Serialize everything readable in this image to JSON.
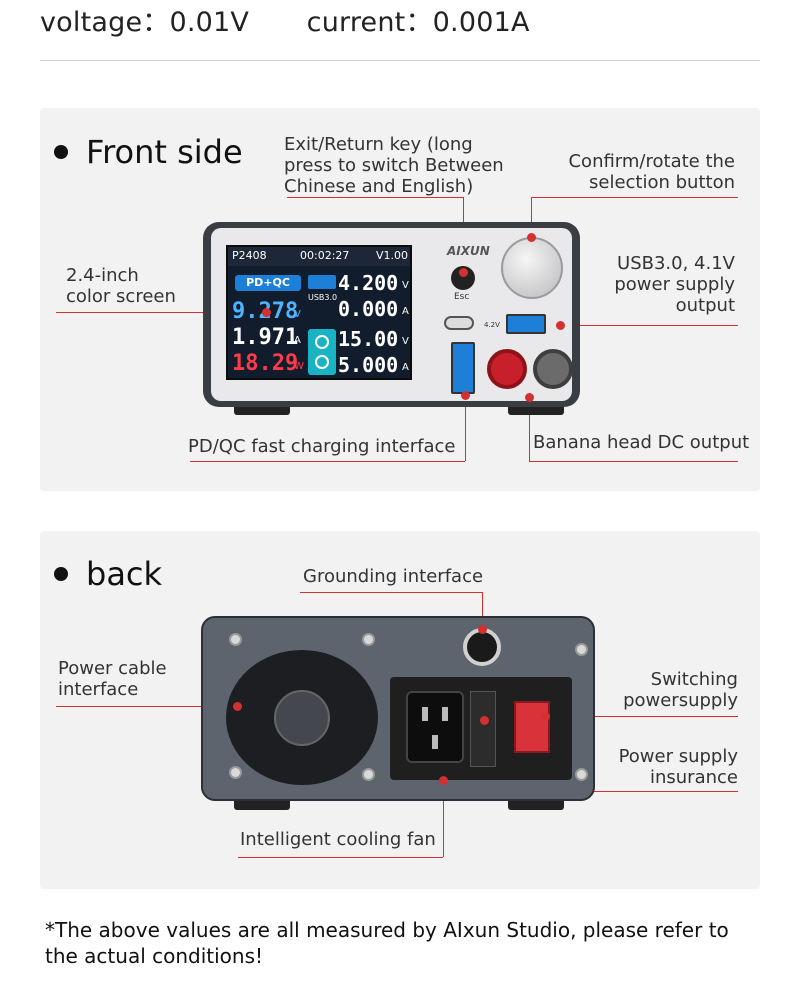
{
  "header": {
    "voltage": "voltage：0.01V",
    "current": "current：0.001A"
  },
  "front": {
    "title": "Front side",
    "callouts": {
      "exit_key": [
        "Exit/Return key (long",
        "press to switch Between",
        "Chinese and English)"
      ],
      "confirm": [
        "Confirm/rotate the",
        "selection button"
      ],
      "screen": [
        "2.4-inch",
        "color screen"
      ],
      "usb30": [
        "USB3.0, 4.1V",
        "power supply",
        "output"
      ],
      "pdqc": "PD/QC fast charging interface",
      "banana": "Banana head DC output"
    },
    "device": {
      "model": "P2408",
      "time": "00:02:27",
      "version": "V1.00",
      "brand": "AIXUN",
      "esc": "Esc",
      "pdqc_badge": "PD+QC",
      "left_v": "9.278",
      "left_a": "1.971",
      "left_w": "18.29",
      "usb_label": "USB3.0",
      "usb_v": "4.200",
      "usb_a": "0.000",
      "dc_v": "15.00",
      "dc_a": "5.000",
      "unit_v": "V",
      "unit_a": "A",
      "unit_w": "W",
      "port_label": "4.2V"
    }
  },
  "back": {
    "title": "back",
    "callouts": {
      "ground": "Grounding interface",
      "power_cable": [
        "Power cable",
        "interface"
      ],
      "switching": [
        "Switching",
        "powersupply"
      ],
      "insurance": [
        "Power supply",
        "insurance"
      ],
      "fan": "Intelligent cooling fan"
    }
  },
  "footnote": [
    "*The above values are all measured by AIxun Studio, please refer to",
    "the actual conditions!"
  ],
  "colors": {
    "accent": "#d43030",
    "panel": "#f2f2f2",
    "device_dark": "#3a3d42"
  }
}
